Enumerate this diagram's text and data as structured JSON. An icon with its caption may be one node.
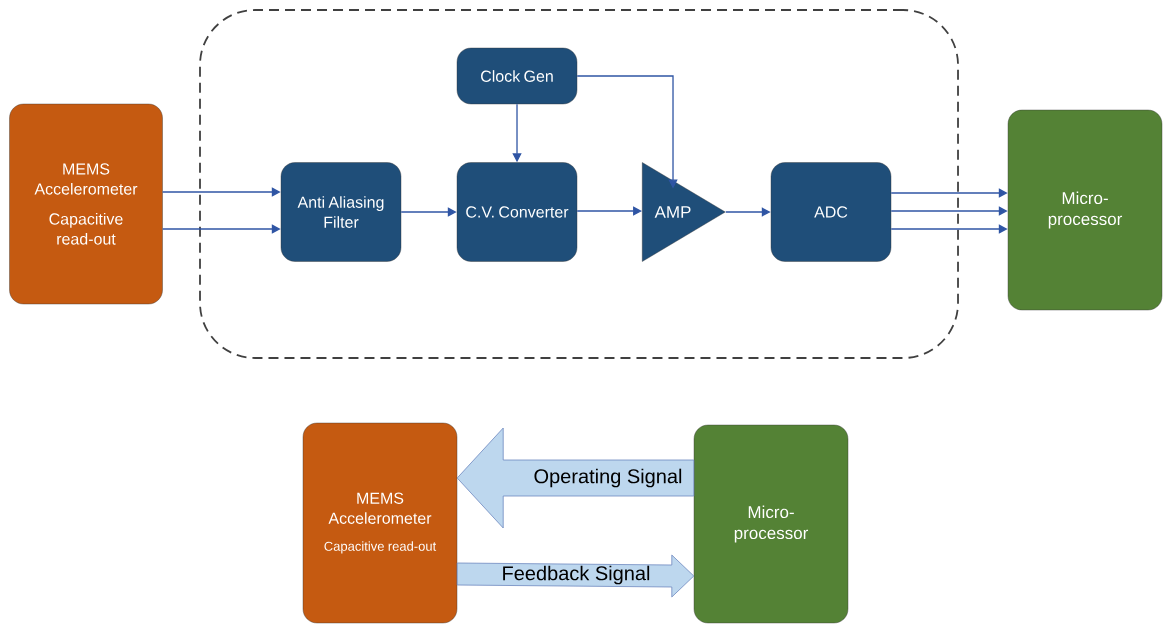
{
  "diagram": {
    "nodes": [
      {
        "text": [],
        "shape": "box"
      },
      {
        "text": [
          "MEMS Accelerometer",
          "Capacitive read-out"
        ]
      },
      {
        "text": [
          "Clock Gen"
        ],
        "in": 0
      },
      {
        "text": [
          "Anti Aliasing Filter"
        ],
        "in": 0
      },
      {
        "text": [
          "C.V. Converter"
        ],
        "in": 0
      },
      {
        "text": [
          "AMP"
        ],
        "in": 0
      },
      {
        "text": [
          "ADC"
        ],
        "in": 0
      },
      {
        "text": [
          "Micro-processor"
        ]
      },
      {
        "text": [
          "MEMS Accelerometer",
          "Capacitive read-out"
        ]
      },
      {
        "text": [
          "Micro-processor"
        ]
      }
    ],
    "edges": [
      {
        "from": 1,
        "to": 3,
        "arrow": "to"
      },
      {
        "from": 1,
        "to": 3,
        "arrow": "to"
      },
      {
        "from": 3,
        "to": 4,
        "arrow": "to"
      },
      {
        "from": 2,
        "to": 4,
        "arrow": "to"
      },
      {
        "from": 2,
        "to": 5,
        "arrow": "to"
      },
      {
        "from": 4,
        "to": 5,
        "arrow": "to"
      },
      {
        "from": 5,
        "to": 6,
        "arrow": "to"
      },
      {
        "from": 6,
        "to": 7,
        "arrow": "to"
      },
      {
        "from": 6,
        "to": 7,
        "arrow": "to"
      },
      {
        "from": 6,
        "to": 7,
        "arrow": "to"
      },
      {
        "from": 9,
        "to": 8,
        "arrow": "to",
        "label": "Operating Signal",
        "style": "thick",
        "color": "#bdd7ee"
      },
      {
        "from": 8,
        "to": 9,
        "arrow": "to",
        "label": "Feedback Signal",
        "style": "thick",
        "color": "#bdd7ee"
      }
    ]
  }
}
